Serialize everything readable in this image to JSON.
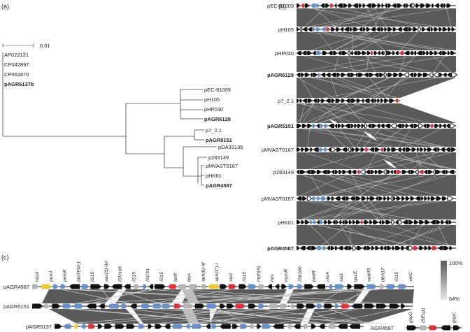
{
  "panels": {
    "a": "(a)",
    "b": "(b)",
    "c": "(c)"
  },
  "tree": {
    "scale_label": "0.01",
    "leaves_top": [
      "AP022121",
      "CP042897",
      "CP062870"
    ],
    "leaf_top_bold": "pAGR6137b",
    "leaves_mid": [
      "pEC-81009",
      "pH105",
      "pHP030"
    ],
    "leaf_mid_bold": "pAGR6128",
    "leaf_p7": "p7_2.1",
    "leaf_5151": "pAGR5151",
    "leaf_da": "pDA33135",
    "leaf_283": "p283149",
    "leaf_mvast": "pMVAST0167",
    "leaf_hk": "pHK01",
    "leaf_4587": "pAGR4587"
  },
  "alignment_b": {
    "tracks": [
      {
        "label": "pEC-81009",
        "bold": false
      },
      {
        "label": "pH105",
        "bold": false
      },
      {
        "label": "pHP030",
        "bold": false
      },
      {
        "label": "pAGR6128",
        "bold": true
      },
      {
        "label": "p7_2.1",
        "bold": false
      },
      {
        "label": "pAGR5151",
        "bold": true
      },
      {
        "label": "pMVAST0167",
        "bold": false
      },
      {
        "label": "p283149",
        "bold": false
      },
      {
        "label": "pMVAST0167",
        "bold": false
      },
      {
        "label": "pHK01",
        "bold": false
      },
      {
        "label": "pAGR4587",
        "bold": true
      }
    ]
  },
  "alignment_c": {
    "tracks": [
      "pAGR4587",
      "pAGR5151",
      "pAGR6137"
    ],
    "genes": [
      "repA",
      "pemI",
      "pemK",
      "blaTEM-1",
      "IS15",
      "aac(3)-IId",
      "ISVsa5",
      "IS15",
      "ISCfr1",
      "IS15",
      "tetR",
      "tetA",
      "aph(6)-Id",
      "aph(3'')-I",
      "sul2",
      "IS15",
      "mph(A)",
      "mrx",
      "mphR",
      "IS6100",
      "padR",
      "chrA",
      "sul1",
      "qacE",
      "aadA5",
      "dfrA17",
      "IS15",
      "xerC"
    ],
    "legend": {
      "max": "100%",
      "min": "64%"
    },
    "inset_track": "AGR4587",
    "inset_genes": [
      "gspD",
      "ISEcp1",
      "gspC"
    ]
  },
  "colors": {
    "homology": "#5a5a5a",
    "light_homology": "#bdbdbd",
    "arg": "#6a8fc8",
    "red": "#d9343f",
    "yellow": "#e8c93a",
    "gray_gene": "#b5b5b5"
  }
}
